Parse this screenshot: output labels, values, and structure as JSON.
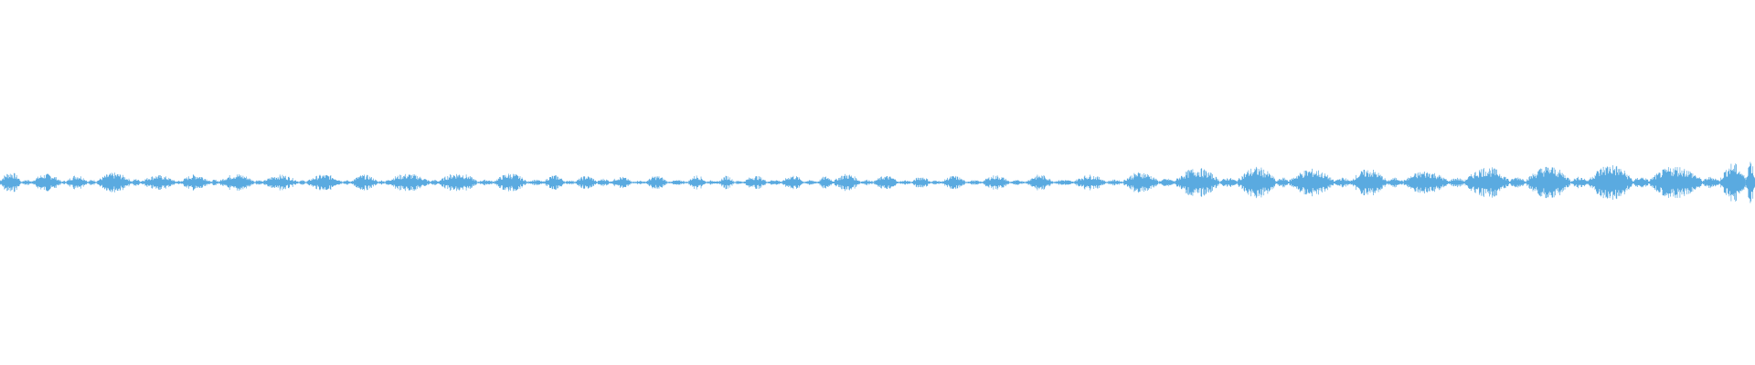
{
  "waveform": {
    "color": "#5aaae0",
    "background": "#ffffff",
    "segments": [
      [
        0.0,
        0.012,
        0.55
      ],
      [
        0.012,
        0.018,
        0.15
      ],
      [
        0.018,
        0.035,
        0.45
      ],
      [
        0.035,
        0.038,
        0.1
      ],
      [
        0.038,
        0.05,
        0.4
      ],
      [
        0.05,
        0.055,
        0.15
      ],
      [
        0.055,
        0.075,
        0.5
      ],
      [
        0.075,
        0.08,
        0.2
      ],
      [
        0.08,
        0.1,
        0.38
      ],
      [
        0.1,
        0.103,
        0.1
      ],
      [
        0.103,
        0.12,
        0.42
      ],
      [
        0.12,
        0.125,
        0.15
      ],
      [
        0.125,
        0.145,
        0.45
      ],
      [
        0.145,
        0.15,
        0.15
      ],
      [
        0.15,
        0.17,
        0.4
      ],
      [
        0.17,
        0.175,
        0.12
      ],
      [
        0.175,
        0.195,
        0.42
      ],
      [
        0.195,
        0.2,
        0.12
      ],
      [
        0.2,
        0.215,
        0.4
      ],
      [
        0.215,
        0.22,
        0.12
      ],
      [
        0.22,
        0.245,
        0.45
      ],
      [
        0.245,
        0.25,
        0.15
      ],
      [
        0.25,
        0.272,
        0.5
      ],
      [
        0.272,
        0.282,
        0.15
      ],
      [
        0.282,
        0.3,
        0.48
      ],
      [
        0.3,
        0.31,
        0.15
      ],
      [
        0.31,
        0.322,
        0.38
      ],
      [
        0.322,
        0.328,
        0.12
      ],
      [
        0.328,
        0.34,
        0.35
      ],
      [
        0.34,
        0.348,
        0.2
      ],
      [
        0.348,
        0.36,
        0.3
      ],
      [
        0.36,
        0.368,
        0.1
      ],
      [
        0.368,
        0.38,
        0.35
      ],
      [
        0.38,
        0.392,
        0.12
      ],
      [
        0.392,
        0.402,
        0.38
      ],
      [
        0.402,
        0.41,
        0.12
      ],
      [
        0.41,
        0.418,
        0.35
      ],
      [
        0.418,
        0.424,
        0.1
      ],
      [
        0.424,
        0.437,
        0.35
      ],
      [
        0.437,
        0.446,
        0.15
      ],
      [
        0.446,
        0.458,
        0.38
      ],
      [
        0.458,
        0.466,
        0.12
      ],
      [
        0.466,
        0.475,
        0.32
      ],
      [
        0.475,
        0.49,
        0.45
      ],
      [
        0.49,
        0.498,
        0.15
      ],
      [
        0.498,
        0.512,
        0.35
      ],
      [
        0.512,
        0.52,
        0.12
      ],
      [
        0.52,
        0.53,
        0.32
      ],
      [
        0.53,
        0.537,
        0.12
      ],
      [
        0.537,
        0.55,
        0.35
      ],
      [
        0.55,
        0.56,
        0.12
      ],
      [
        0.56,
        0.575,
        0.38
      ],
      [
        0.575,
        0.585,
        0.12
      ],
      [
        0.585,
        0.6,
        0.4
      ],
      [
        0.6,
        0.612,
        0.15
      ],
      [
        0.612,
        0.63,
        0.4
      ],
      [
        0.63,
        0.64,
        0.15
      ],
      [
        0.64,
        0.66,
        0.55
      ],
      [
        0.66,
        0.67,
        0.2
      ],
      [
        0.67,
        0.695,
        0.75
      ],
      [
        0.695,
        0.705,
        0.25
      ],
      [
        0.705,
        0.727,
        0.8
      ],
      [
        0.727,
        0.735,
        0.25
      ],
      [
        0.735,
        0.76,
        0.7
      ],
      [
        0.76,
        0.77,
        0.25
      ],
      [
        0.77,
        0.79,
        0.7
      ],
      [
        0.79,
        0.8,
        0.25
      ],
      [
        0.8,
        0.825,
        0.6
      ],
      [
        0.825,
        0.835,
        0.25
      ],
      [
        0.835,
        0.86,
        0.8
      ],
      [
        0.86,
        0.87,
        0.3
      ],
      [
        0.87,
        0.895,
        0.85
      ],
      [
        0.895,
        0.905,
        0.3
      ],
      [
        0.905,
        0.93,
        0.95
      ],
      [
        0.93,
        0.94,
        0.3
      ],
      [
        0.94,
        0.97,
        0.85
      ],
      [
        0.97,
        0.98,
        0.3
      ],
      [
        0.98,
        0.995,
        1.0
      ],
      [
        0.995,
        1.0,
        1.25
      ]
    ]
  }
}
